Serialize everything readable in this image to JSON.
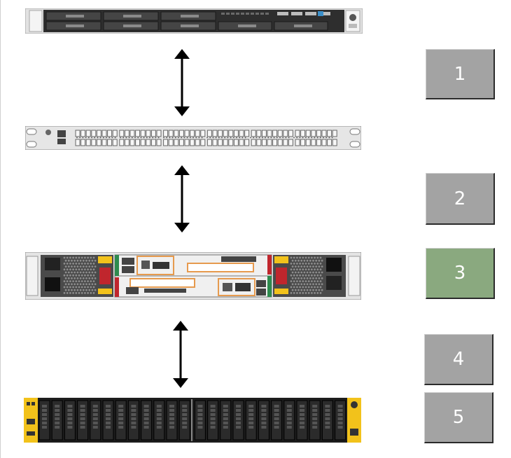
{
  "steps": [
    {
      "label": "1",
      "state": "inactive"
    },
    {
      "label": "2",
      "state": "inactive"
    },
    {
      "label": "3",
      "state": "active"
    },
    {
      "label": "4",
      "state": "inactive"
    },
    {
      "label": "5",
      "state": "inactive"
    }
  ],
  "colors": {
    "inactive": "#a3a3a3",
    "active": "#8aa97f",
    "chassis": "#3a3a3a",
    "bezel": "#dcdcdc",
    "accent_yellow": "#f2c21b",
    "accent_orange": "#e69a4e",
    "accent_red": "#c0262d",
    "accent_green": "#2e8b4e"
  },
  "devices": [
    {
      "name": "server-1u",
      "icon": "server-front-icon"
    },
    {
      "name": "network-switch",
      "icon": "switch-ports-icon"
    },
    {
      "name": "storage-controller-2u",
      "icon": "controller-rear-icon"
    },
    {
      "name": "disk-enclosure-2u",
      "icon": "drive-bays-icon"
    }
  ]
}
